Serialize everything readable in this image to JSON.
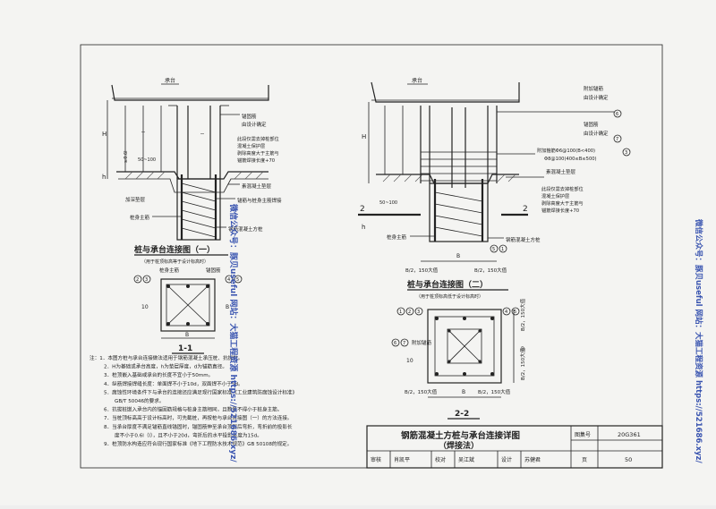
{
  "left_figure": {
    "labels": {
      "cap": "承台",
      "anchor_bar": "锚固筋",
      "by_design": "由设计确定",
      "remove_note_1": "此段仅需去掉桩部位",
      "remove_note_2": "混凝土保护层",
      "remove_note_3": "剥除高度大于主筋与",
      "remove_note_4": "锚筋焊接长度+70",
      "plain_pad": "素混凝土垫层",
      "deep_pad": "加深垫层",
      "weld": "锚筋与桩身主筋焊接",
      "pile_rebar": "桩身主筋",
      "pile": "钢筋混凝土方桩",
      "dim_h": "H",
      "dim_h1": "h",
      "dim_len": "≥0.6l",
      "dim_lab": "l",
      "dim_50100": "50~100",
      "dim_la": "l",
      "circle_2": "2",
      "circle_5": "5",
      "circle_4": "4",
      "circle_1": "1"
    },
    "title": "桩与承台连接图（一）",
    "subtitle": "（用于桩顶标高等于设计标高时）"
  },
  "right_figure": {
    "labels": {
      "cap": "承台",
      "extra_anchor": "附加锚筋",
      "by_design_1": "由设计确定",
      "anchor_bar": "锚固筋",
      "by_design_2": "由设计确定",
      "extra_spec_1": "附加箍筋Φ6@100(B<400)",
      "extra_spec_2": "Φ8@100(400≤B≤500)",
      "plain_pad": "素混凝土垫层",
      "remove_note_1": "此段仅需去掉桩部位",
      "remove_note_2": "混凝土保护层",
      "remove_note_3": "剥除高度大于主筋与",
      "remove_note_4": "锚筋焊接长度+70",
      "pile_rebar": "桩身主筋",
      "pile": "钢筋混凝土方桩",
      "dim_h": "H",
      "dim_50100": "50~100",
      "dim_h1": "h",
      "dim_B2a": "B/2，150大值",
      "dim_B": "B",
      "dim_B2b": "B/2，150大值",
      "sec_left": "2",
      "sec_right": "2",
      "circle_6": "6",
      "circle_7": "7",
      "circle_3": "3",
      "circle_5": "5",
      "circle_1": "1"
    },
    "title": "桩与承台连接图（二）",
    "subtitle": "（用于桩顶标高低于设计标高时）"
  },
  "section_1_1": {
    "labels": {
      "pile_rebar": "桩身主筋",
      "anchor": "锚固筋",
      "dim_10": "10",
      "dim_B": "B",
      "dim_B_bottom": "B",
      "c2": "2",
      "c3": "3",
      "c4": "4",
      "c5": "5"
    },
    "title": "1-1"
  },
  "section_2_2": {
    "labels": {
      "extra_anchor": "附加锚筋",
      "dim_10": "10",
      "dim_B2a": "B/2，150大值",
      "dim_B": "B",
      "dim_B2b": "B/2，150大值",
      "right_B2a": "B/2，150大值",
      "right_B": "B",
      "right_B2b": "B/2，150大值",
      "c1": "1",
      "c2": "2",
      "c3": "3",
      "c4": "4",
      "c5": "5",
      "c6": "6",
      "c7": "7"
    },
    "title": "2-2"
  },
  "notes": [
    "注：1．本图方桩与承台连接做法适用于钢筋混凝土承压桩、抗拔桩。",
    "2．H为基础或承台高度，h为垫层厚度，d为锚筋直径。",
    "3．桩顶嵌入基础或承台的长度不宜小于50mm。",
    "4．纵筋焊接焊缝长度：单面焊不小于10d，双面焊不小于5d。",
    "5．腐蚀性环境条件下与承台的连接还应满足现行国家标准《工业建筑防腐蚀设计标准》",
    "GB/T 50046的要求。",
    "6．抗拔桩嵌入承台内的锚固筋规格与桩身主筋相同，且数量不得小于桩身主筋。",
    "7．当桩顶标高高于设计标高时，可先截桩，再按桩与承台连接图（一）的方法连接。",
    "8．当承台厚度不满足锚筋直线锚固时，锚固筋伸至承台顶部后弯折，弯折前的投影长",
    "度不小于0.6l（l），且不小于20d，弯折后的水平投影长度为15d。",
    "9．桩顶防水构造应符合现行国家标准《地下工程防水技术规范》GB 50108的规定。"
  ],
  "title_block": {
    "title_line1": "钢筋混凝土方桩与承台连接详图",
    "title_line2": "（焊接法）",
    "atlas_label": "图集号",
    "atlas_no": "20G361",
    "review_label": "审核",
    "reviewer": "肖凯平",
    "check_label": "校对",
    "checker": "吴江斌",
    "design_label": "设计",
    "designer": "苏健君",
    "page_label": "页",
    "page_no": "50"
  },
  "watermarks": {
    "mid_vertical": "微信公众号：豚贝useful    网站：大猫工程资源  https://521686.xyz/",
    "right_vertical": "微信公众号：豚贝useful    网站：大猫工程资源  https://521686.xyz/"
  },
  "colors": {
    "ink": "#222222",
    "paper": "#f4f4f2",
    "watermark": "#3a55b0"
  }
}
